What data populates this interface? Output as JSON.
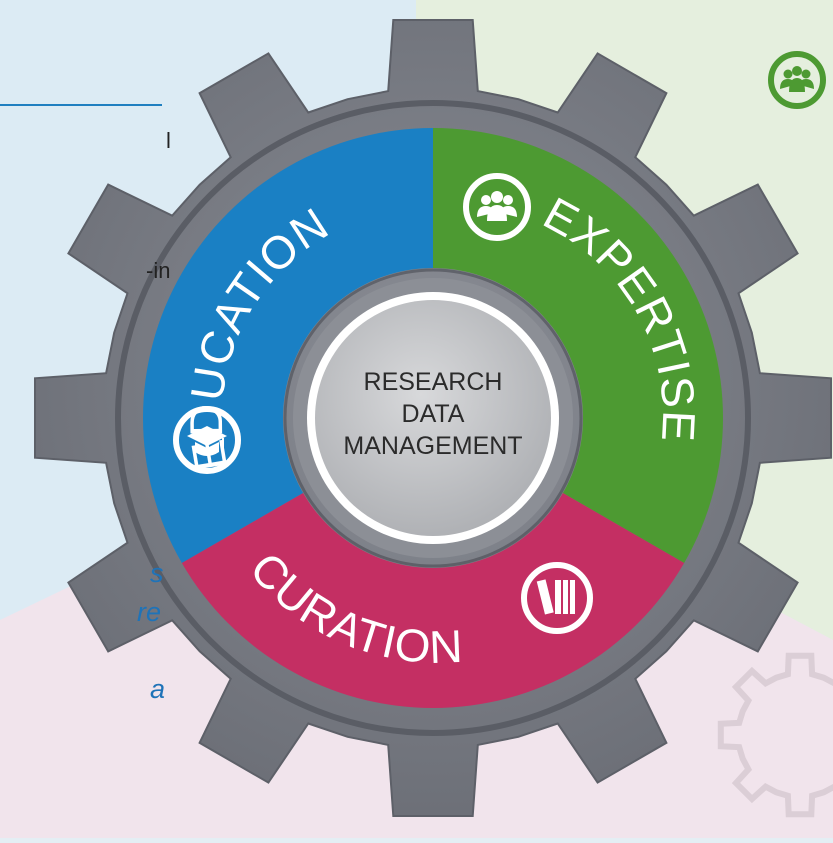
{
  "diagram": {
    "center_lines": [
      "RESEARCH",
      "DATA",
      "MANAGEMENT"
    ],
    "segments": [
      {
        "label": "EDUCATION",
        "color": "#1a80c4",
        "icon": "graduation-cap-icon"
      },
      {
        "label": "EXPERTISE",
        "color": "#4d9a32",
        "icon": "people-group-icon"
      },
      {
        "label": "CURATION",
        "color": "#c42f63",
        "icon": "books-icon"
      }
    ],
    "corner_icon": "people-group-icon"
  },
  "background_fragments": {
    "text1": "l",
    "text2": "-in",
    "italic1": "s",
    "italic2": "re",
    "italic3": "a"
  },
  "colors": {
    "gear": "#7d8088",
    "gear_dark": "#4b4e56",
    "bg_blue": "#dcebf4",
    "bg_green": "#e5efde",
    "bg_pink": "#f1e4ec"
  }
}
